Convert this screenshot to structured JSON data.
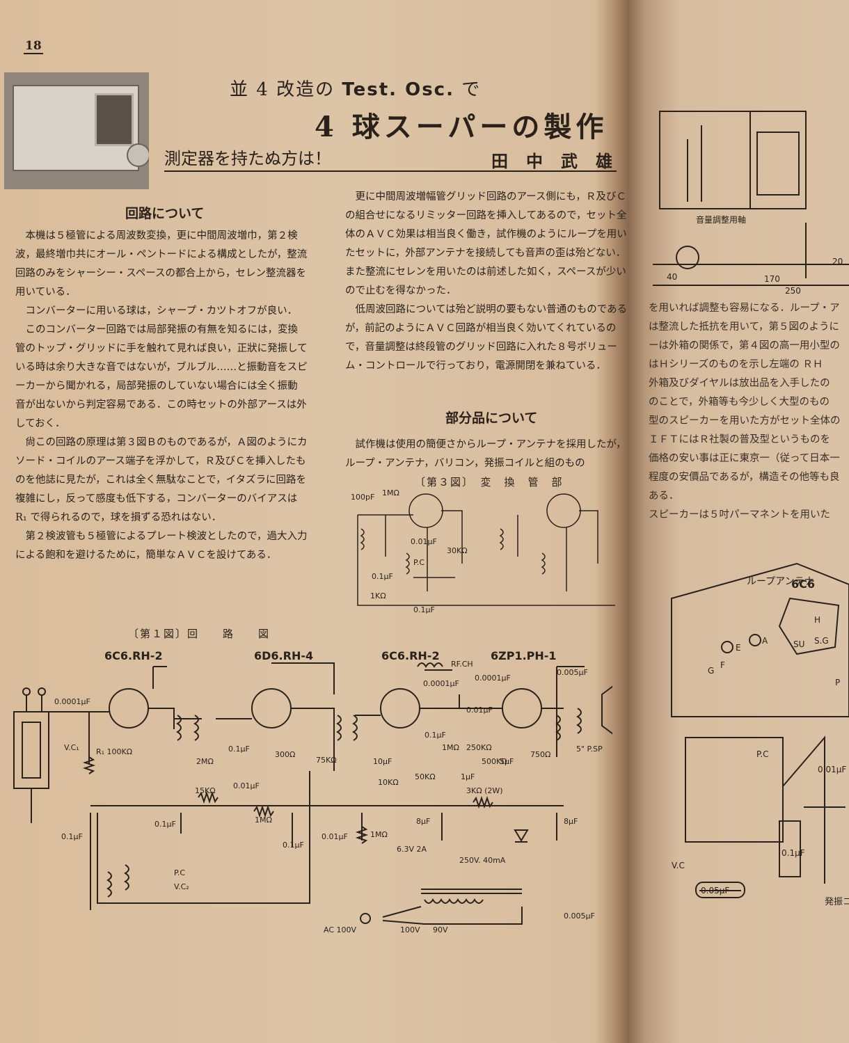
{
  "page_number": "18",
  "header": {
    "prefix": "並 4 改造の",
    "osc": "Test. Osc.",
    "suffix": "で",
    "title": "4 球スーパーの製作",
    "subtitle": "測定器を持たぬ方は！",
    "author": "田中武雄"
  },
  "sections": {
    "circuit_heading": "回路について",
    "parts_heading": "部分品について"
  },
  "left_column": [
    "本機は５極管による周波数変換，更に中間周波増巾，第２検波，最終増巾共にオール・ペントードによる構成としたが，整流回路のみをシャーシー・スペースの都合上から，セレン整流器を用いている．",
    "コンバーターに用いる球は，シャープ・カツトオフが良い．",
    "このコンバーター回路では局部発振の有無を知るには，変換管のトップ・グリッドに手を触れて見れば良い，正狀に発振している時は余り大きな音ではないが，ブルブル……と振動音をスピーカーから聞かれる，局部発振のしていない場合には全く振動音が出ないから判定容易である．この時セットの外部アースは外しておく．",
    "尙この回路の原理は第３図Ｂのものであるが，Ａ図のようにカソード・コイルのアース端子を浮かして，Ｒ及びＣを挿入したものを他誌に見たが，これは全く無駄なことで，イタズラに回路を複雑にし，反って感度も低下する，コンバーターのバイアスは R₁ で得られるので，球を損ずる恐れはない．",
    "第２検波管も５極管によるプレート検波としたので，過大入力による飽和を避けるために，簡単なＡＶＣを設けてある．"
  ],
  "middle_column": [
    "更に中間周波増幅管グリッド回路のアース側にも，Ｒ及びＣの組合せになるリミッター回路を挿入してあるので，セット全体のＡＶＣ効果は相当良く働き，試作機のようにループを用いたセットに，外部アンテナを接続しても音声の歪は殆どない．また整流にセレンを用いたのは前述した如く，スペースが少いので止むを得なかった．",
    "低周波回路については殆ど説明の要もない普通のものであるが，前記のようにＡＶＣ回路が相当良く効いてくれているので，音量調整は終段管のグリッド回路に入れた８号ボリューム・コントロールで行っており，電源開閉を兼ねている．"
  ],
  "parts_text": "試作機は使用の簡便さからループ・アンテナを採用したが，ループ・アンテナ，バリコン，発振コイルと組のもの",
  "right_column": [
    "を用いれば調整も容易になる．ループ・ア",
    "は整流した抵抗を用いて，第５図のように",
    "ーは外箱の関係で，第４図の高一用小型の",
    "はＨシリーズのものを示し左端の ＲＨ",
    "外箱及びダイヤルは放出品を入手したの",
    "のことで，外箱等も今少しく大型のもの",
    "型のスピーカーを用いた方がセット全体の",
    "ＩＦＴにはＲ社製の普及型というものを",
    "価格の安い事は正に東京一（従って日本一",
    "程度の安價品であるが，構造その他等も良",
    "ある．",
    "スピーカーは５吋パーマネントを用いた"
  ],
  "fig3": {
    "caption": "〔第３図〕　変　換　管　部",
    "labels": [
      "100pF",
      "1MΩ",
      "0.01μF",
      "30KΩ",
      "0.1μF",
      "P.C",
      "1KΩ",
      "0.1μF"
    ]
  },
  "fig1": {
    "caption": "〔第１図〕回　　路　　図",
    "tubes": [
      "6C6.RH-2",
      "6D6.RH-4",
      "6C6.RH-2",
      "6ZP1.PH-1"
    ],
    "labels": {
      "c_in": "0.0001μF",
      "vc1": "V.C₁",
      "r1": "R₁ 100KΩ",
      "c_01a": "0.1μF",
      "r_2m": "2MΩ",
      "c_01b": "0.1μF",
      "c_001a": "0.01μF",
      "r_300": "300Ω",
      "r_15k": "15KΩ",
      "r_75k": "75KΩ",
      "r_1m": "1MΩ",
      "c_01c": "0.1μF",
      "c_01d": "0.1μF",
      "c_001b": "0.01μF",
      "r_1m2": "1MΩ",
      "rfch": "RF.CH",
      "c_0001a": "0.0001μF",
      "c_0001b": "0.0001μF",
      "c_10u": "10μF",
      "r_10k": "10KΩ",
      "r_50k": "50KΩ",
      "c_1u": "1μF",
      "c_01e": "0.1μF",
      "r_1m3": "1MΩ",
      "c_001c": "0.01μF",
      "r_250k": "250KΩ",
      "r_500k": "500KΩ",
      "c_5u": "5μF",
      "r_750": "750Ω",
      "c_0005": "0.005μF",
      "spk": "5\" P.SP",
      "r_3k": "3KΩ (2W)",
      "c_8u": "8μF",
      "c_8u2": "8μF",
      "heater": "6.3V 2A",
      "trans": "250V. 40mA",
      "v100": "100V",
      "v90": "90V",
      "ac": "AC 100V",
      "c_0005b": "0.005μF",
      "pc": "P.C",
      "vc2": "V.C₂"
    }
  },
  "right_fig": {
    "knob_label": "音量調整用軸",
    "dims": [
      "170",
      "250",
      "20",
      "40"
    ],
    "labels": [
      "ループアンテナ",
      "6C6",
      "H",
      "S.G",
      "SU",
      "A",
      "E",
      "F",
      "G",
      "P.C",
      "0.05μF",
      "0.1μF",
      "V.C",
      "発振コイル",
      "P",
      "0.01μF"
    ]
  }
}
